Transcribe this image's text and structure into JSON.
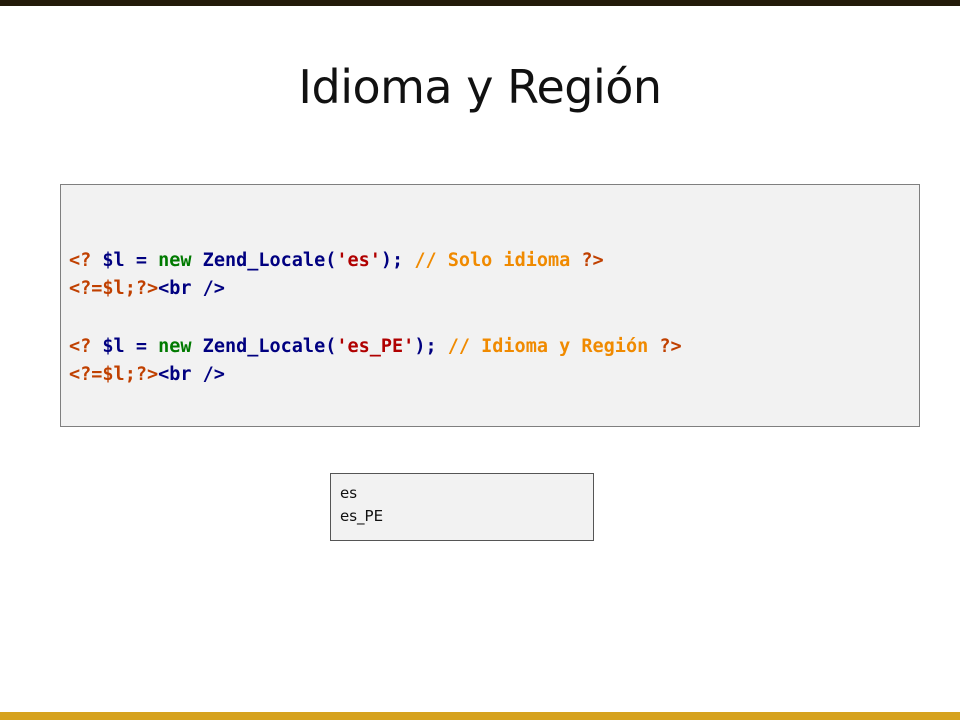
{
  "slide": {
    "title": "Idioma y Región",
    "code": {
      "line1": {
        "open": "<? ",
        "var_assign": "$l = ",
        "new_kw": "new",
        "class_call": " Zend_Locale(",
        "str": "'es'",
        "close_call": "); ",
        "comment": "// Solo idioma ",
        "close_tag": "?>"
      },
      "line2": {
        "echo": "<?=$l;?>",
        "html": "<br />"
      },
      "line3": {
        "open": "<? ",
        "var_assign": "$l = ",
        "new_kw": "new",
        "class_call": " Zend_Locale(",
        "str": "'es_PE'",
        "close_call": "); ",
        "comment": "// Idioma y Región ",
        "close_tag": "?>"
      },
      "line4": {
        "echo": "<?=$l;?>",
        "html": "<br />"
      }
    },
    "output": [
      "es",
      "es_PE"
    ]
  }
}
